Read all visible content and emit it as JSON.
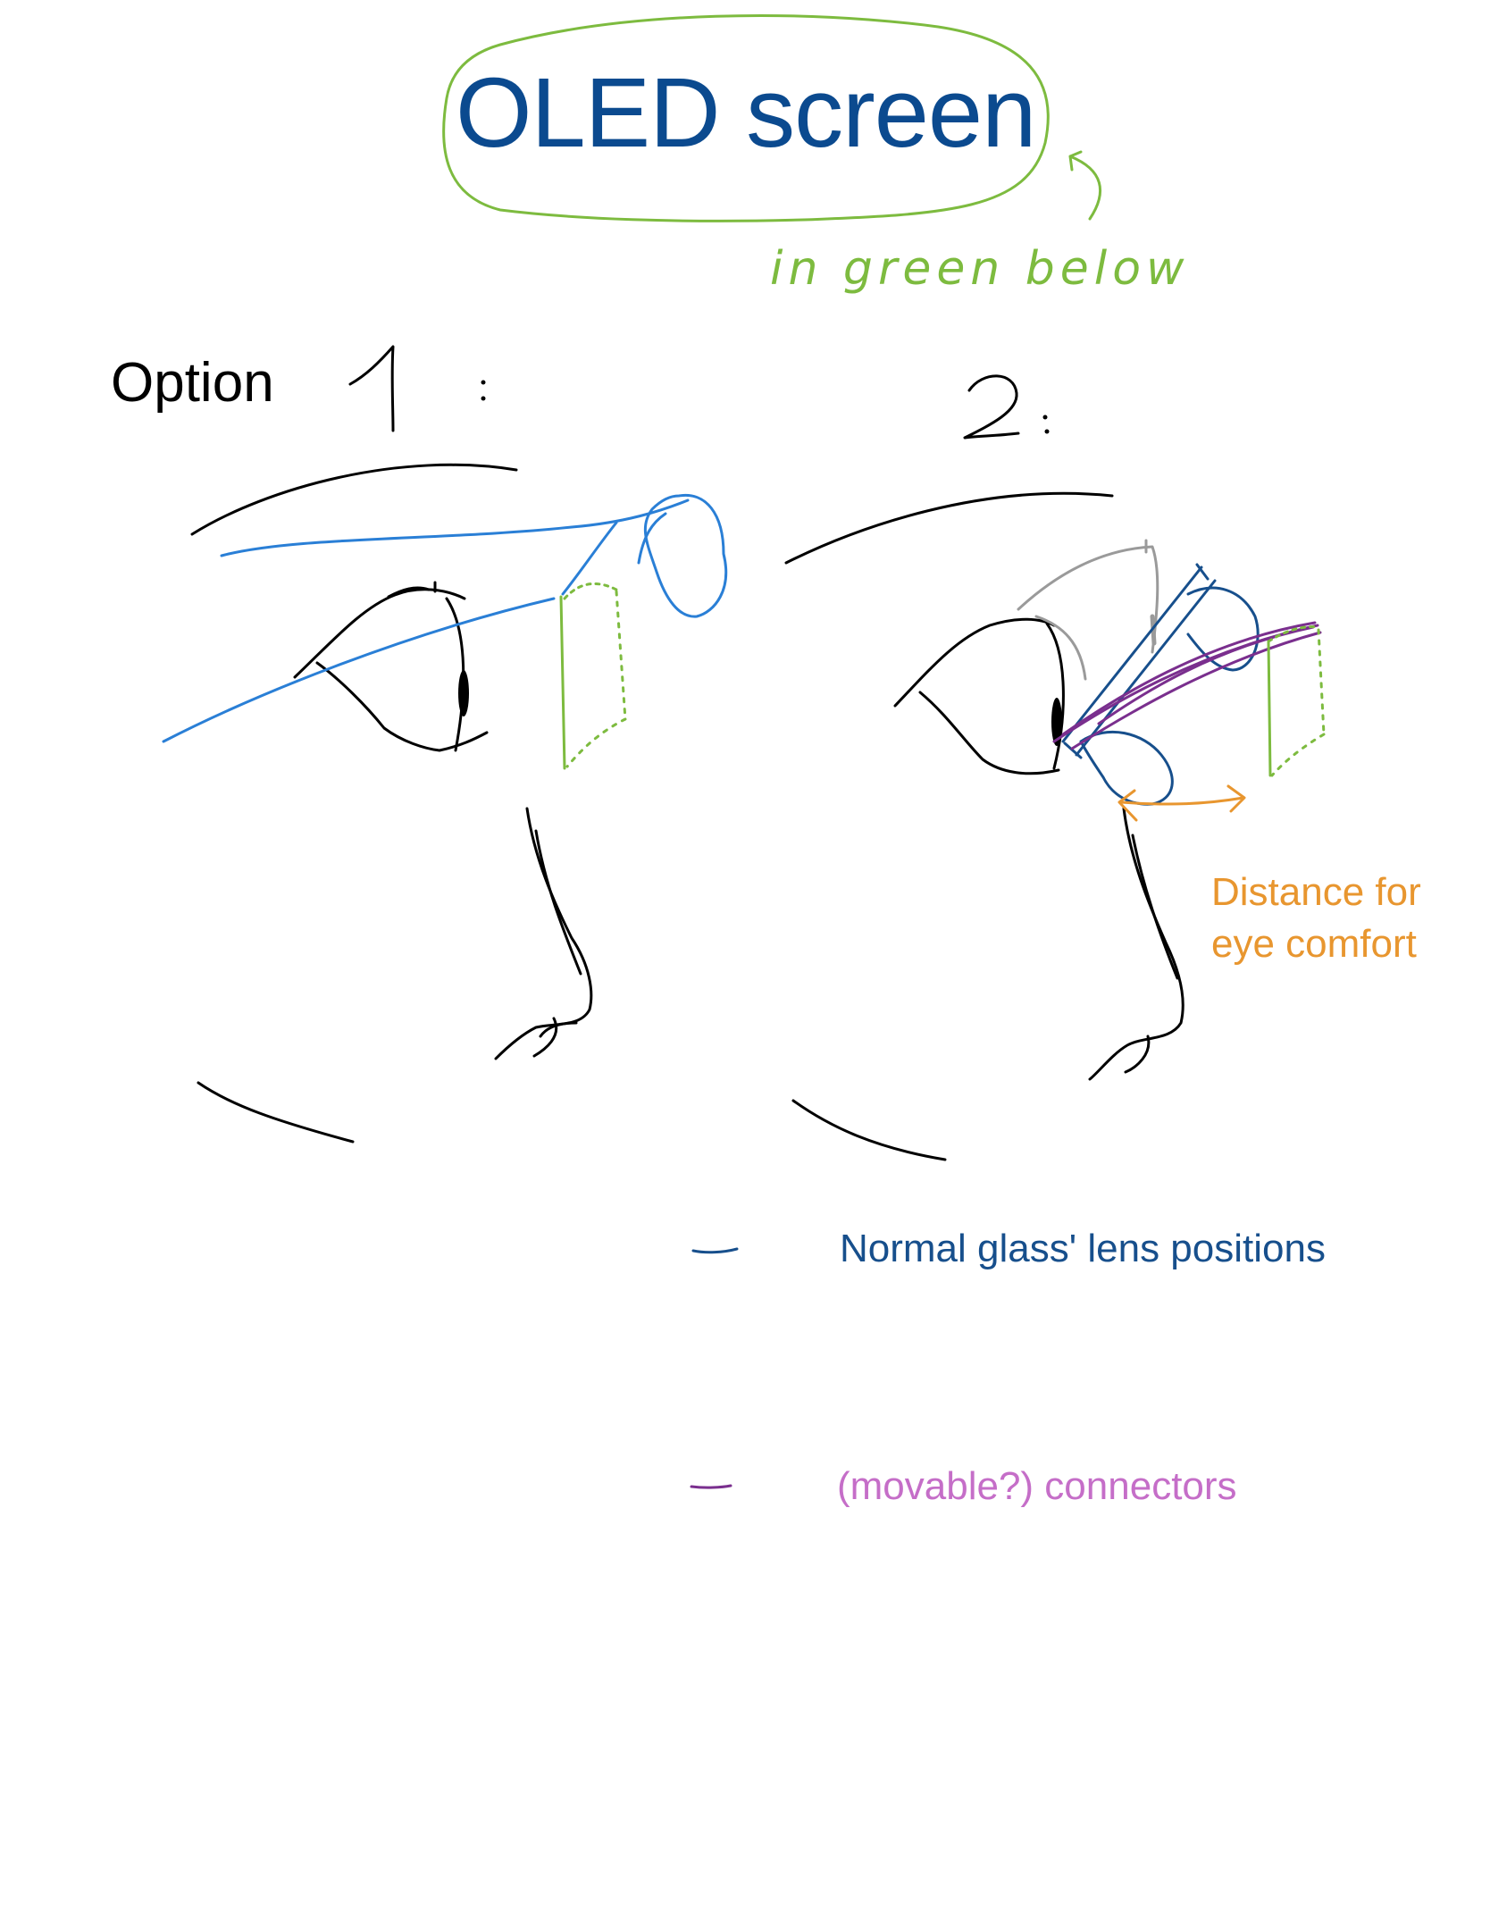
{
  "title": "OLED screen",
  "title_note": "in green below",
  "option_label": "Option",
  "option_numbers": [
    "1",
    "2"
  ],
  "distance_note": {
    "line1": "Distance for",
    "line2": "eye comfort"
  },
  "legend": {
    "lens_positions": "Normal glass' lens positions",
    "connectors": "(movable?) connectors"
  },
  "colors": {
    "ink": "#000000",
    "oled_green": "#7dbb3f",
    "title_blue": "#0b4a8f",
    "frame_blue": "#2a7fd6",
    "lens_blue": "#174f8c",
    "connector_purple": "#7a2f8e",
    "connector_label": "#c56ec8",
    "distance_orange": "#e8962f",
    "sketch_gray": "#9a9a9a"
  }
}
